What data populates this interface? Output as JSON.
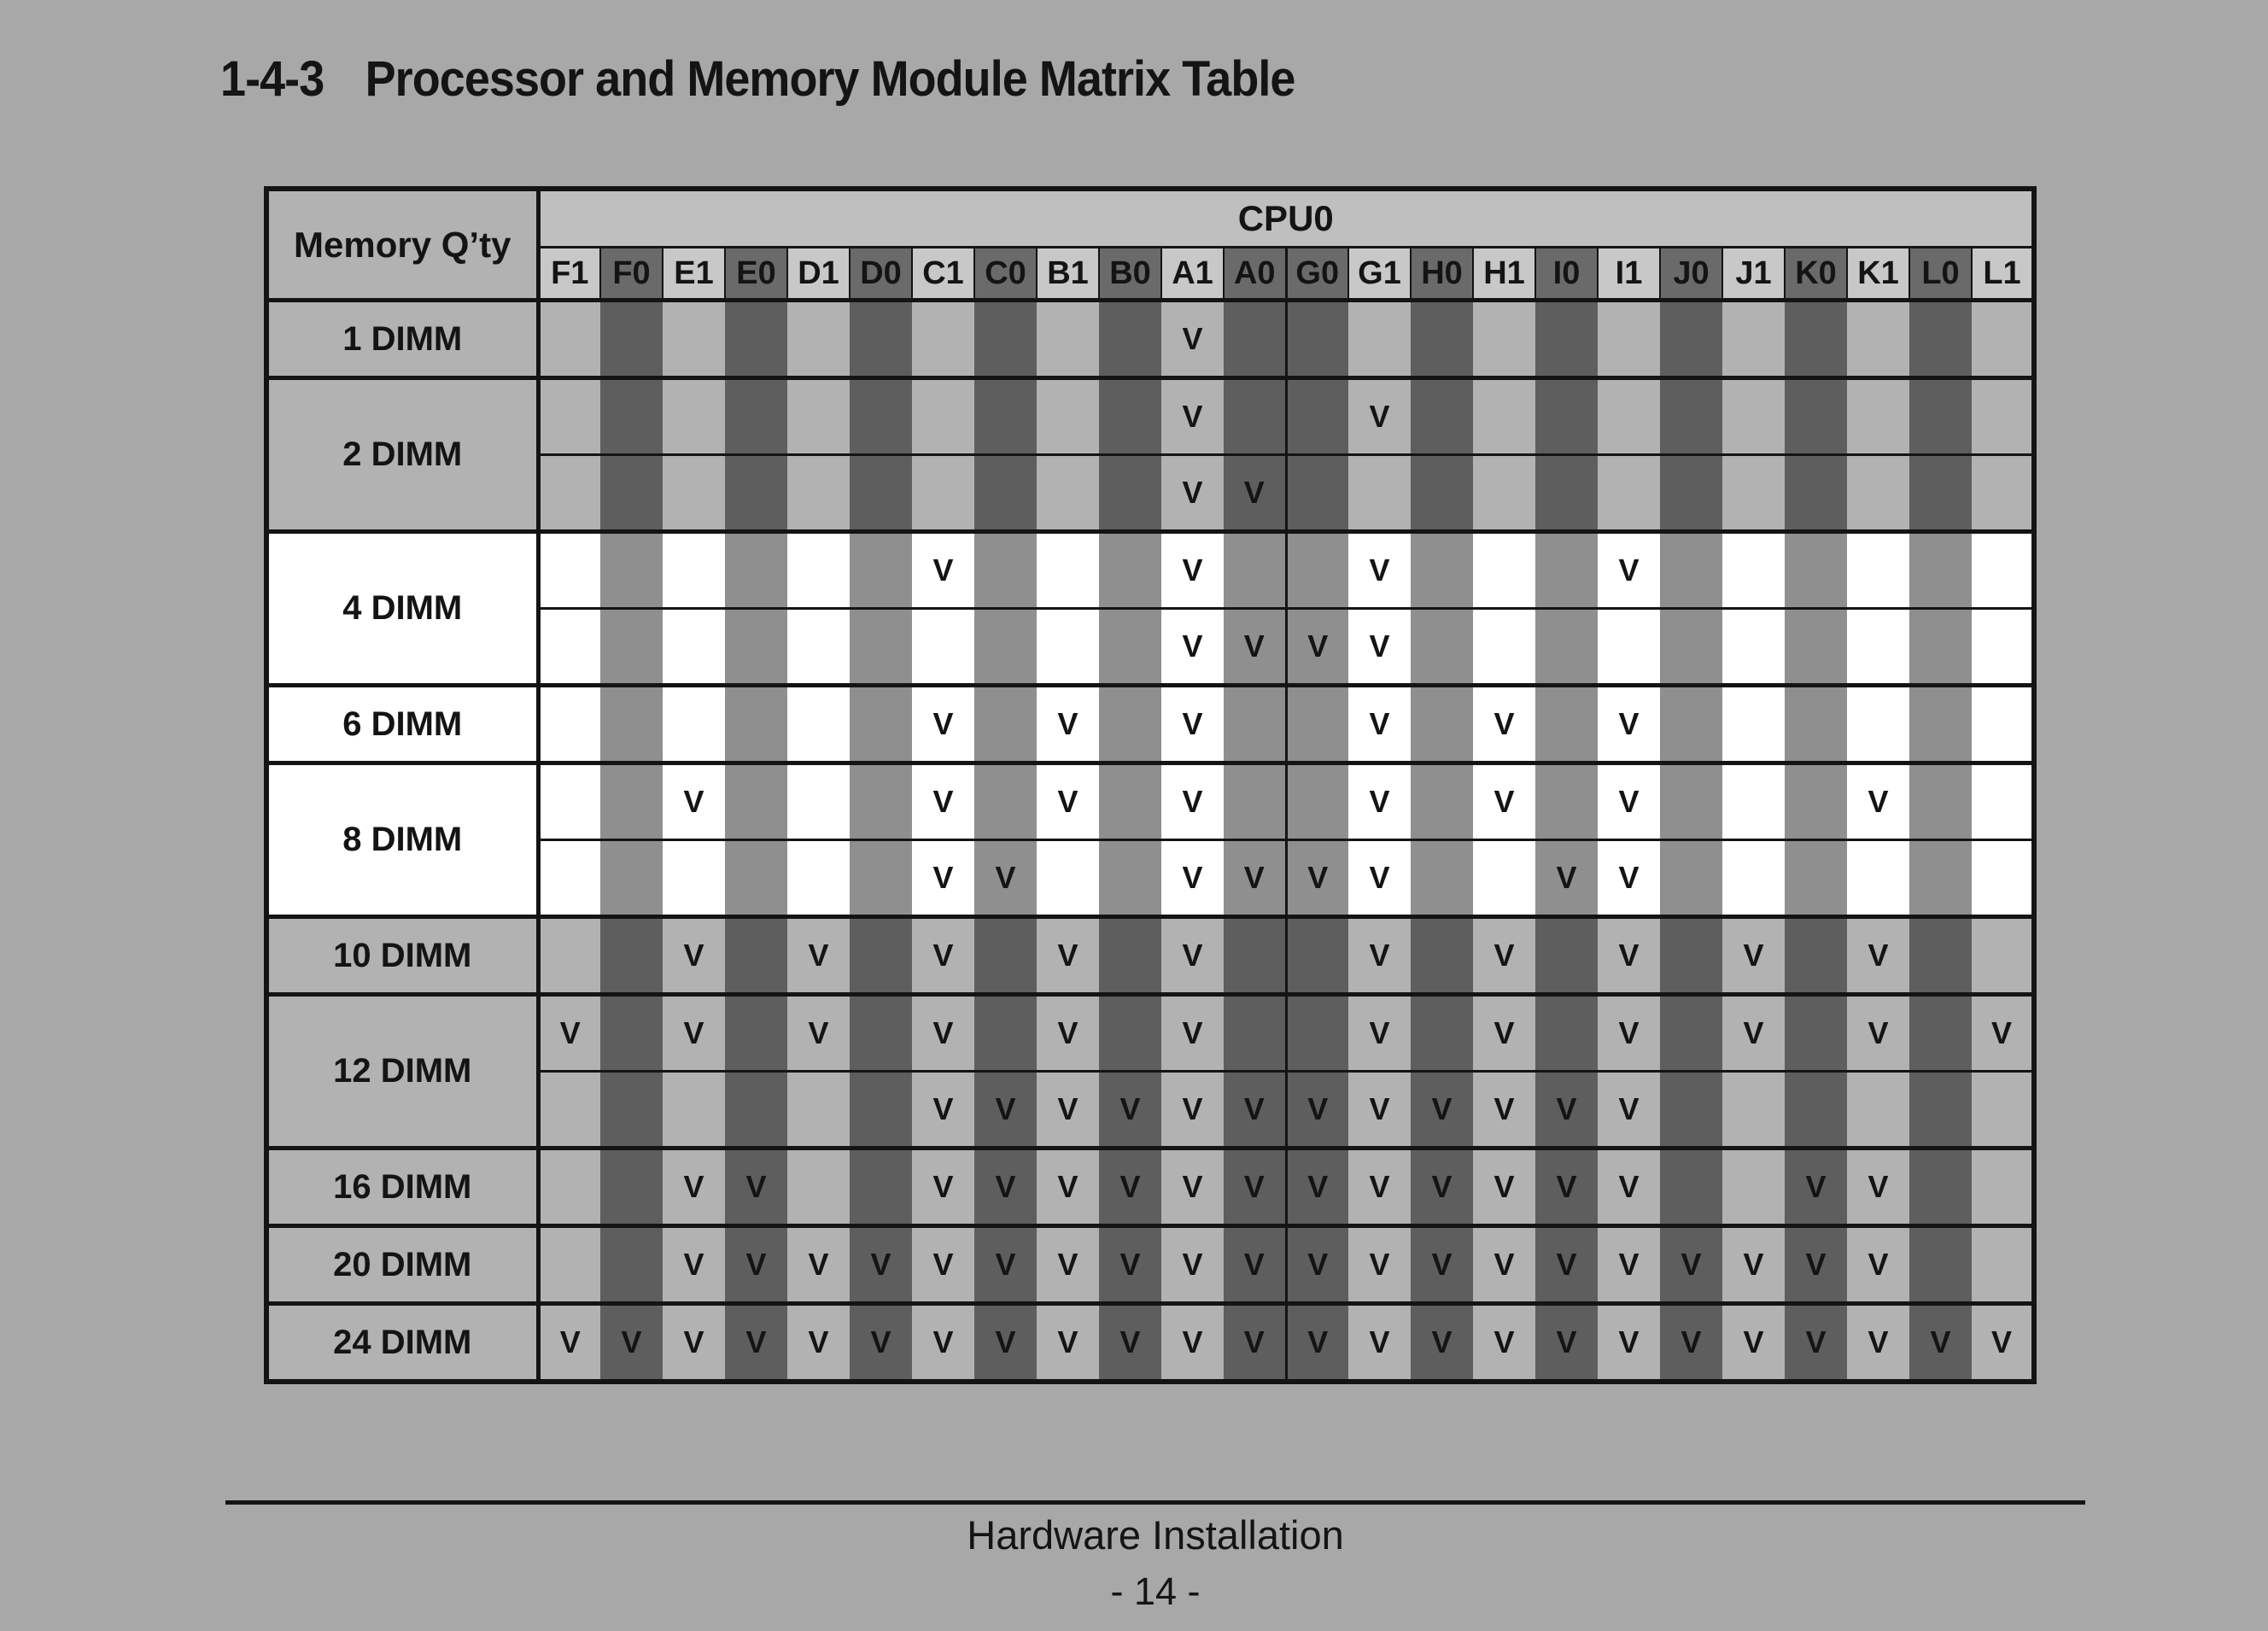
{
  "page": {
    "section_number": "1-4-3",
    "title": "Processor and Memory Module Matrix Table",
    "footer_text": "Hardware Installation",
    "footer_page_number": "- 14 -"
  },
  "table": {
    "corner_label": "Memory Q’ty",
    "cpu_header": "CPU0",
    "check_mark": "V",
    "colors": {
      "page-bg": "#a8a8a8",
      "ink": "#141414",
      "header-band": "#bfbfbf",
      "header-light": "#c8c8c8",
      "header-dark": "#6a6a6a",
      "gray-row-light": "#b2b2b2",
      "gray-row-dark": "#5e5e5e",
      "white-row-light": "#ffffff",
      "white-row-dark": "#8f8f8f"
    },
    "columns": [
      {
        "id": "F1",
        "dark": false
      },
      {
        "id": "F0",
        "dark": true
      },
      {
        "id": "E1",
        "dark": false
      },
      {
        "id": "E0",
        "dark": true
      },
      {
        "id": "D1",
        "dark": false
      },
      {
        "id": "D0",
        "dark": true
      },
      {
        "id": "C1",
        "dark": false
      },
      {
        "id": "C0",
        "dark": true
      },
      {
        "id": "B1",
        "dark": false
      },
      {
        "id": "B0",
        "dark": true
      },
      {
        "id": "A1",
        "dark": false
      },
      {
        "id": "A0",
        "dark": true
      },
      {
        "id": "G0",
        "dark": true
      },
      {
        "id": "G1",
        "dark": false
      },
      {
        "id": "H0",
        "dark": true
      },
      {
        "id": "H1",
        "dark": false
      },
      {
        "id": "I0",
        "dark": true
      },
      {
        "id": "I1",
        "dark": false
      },
      {
        "id": "J0",
        "dark": true
      },
      {
        "id": "J1",
        "dark": false
      },
      {
        "id": "K0",
        "dark": true
      },
      {
        "id": "K1",
        "dark": false
      },
      {
        "id": "L0",
        "dark": true
      },
      {
        "id": "L1",
        "dark": false
      }
    ],
    "mid_divider_before": "G0",
    "groups": [
      {
        "label": "1 DIMM",
        "tone": "gray",
        "rows": [
          [
            "A1"
          ]
        ]
      },
      {
        "label": "2 DIMM",
        "tone": "gray",
        "rows": [
          [
            "A1",
            "G1"
          ],
          [
            "A1",
            "A0"
          ]
        ]
      },
      {
        "label": "4 DIMM",
        "tone": "white",
        "rows": [
          [
            "C1",
            "A1",
            "G1",
            "I1"
          ],
          [
            "A1",
            "A0",
            "G0",
            "G1"
          ]
        ]
      },
      {
        "label": "6 DIMM",
        "tone": "white",
        "rows": [
          [
            "C1",
            "B1",
            "A1",
            "G1",
            "H1",
            "I1"
          ]
        ]
      },
      {
        "label": "8 DIMM",
        "tone": "white",
        "rows": [
          [
            "E1",
            "C1",
            "B1",
            "A1",
            "G1",
            "H1",
            "I1",
            "K1"
          ],
          [
            "C1",
            "C0",
            "A1",
            "A0",
            "G0",
            "G1",
            "I0",
            "I1"
          ]
        ]
      },
      {
        "label": "10 DIMM",
        "tone": "gray",
        "rows": [
          [
            "E1",
            "D1",
            "C1",
            "B1",
            "A1",
            "G1",
            "H1",
            "I1",
            "J1",
            "K1"
          ]
        ]
      },
      {
        "label": "12 DIMM",
        "tone": "gray",
        "rows": [
          [
            "F1",
            "E1",
            "D1",
            "C1",
            "B1",
            "A1",
            "G1",
            "H1",
            "I1",
            "J1",
            "K1",
            "L1"
          ],
          [
            "C1",
            "C0",
            "B1",
            "B0",
            "A1",
            "A0",
            "G0",
            "G1",
            "H0",
            "H1",
            "I0",
            "I1"
          ]
        ]
      },
      {
        "label": "16 DIMM",
        "tone": "gray",
        "rows": [
          [
            "E1",
            "E0",
            "C1",
            "C0",
            "B1",
            "B0",
            "A1",
            "A0",
            "G0",
            "G1",
            "H0",
            "H1",
            "I0",
            "I1",
            "K0",
            "K1"
          ]
        ]
      },
      {
        "label": "20 DIMM",
        "tone": "gray",
        "rows": [
          [
            "E1",
            "E0",
            "D1",
            "D0",
            "C1",
            "C0",
            "B1",
            "B0",
            "A1",
            "A0",
            "G0",
            "G1",
            "H0",
            "H1",
            "I0",
            "I1",
            "J0",
            "J1",
            "K0",
            "K1"
          ]
        ]
      },
      {
        "label": "24 DIMM",
        "tone": "gray",
        "rows": [
          [
            "F1",
            "F0",
            "E1",
            "E0",
            "D1",
            "D0",
            "C1",
            "C0",
            "B1",
            "B0",
            "A1",
            "A0",
            "G0",
            "G1",
            "H0",
            "H1",
            "I0",
            "I1",
            "J0",
            "J1",
            "K0",
            "K1",
            "L0",
            "L1"
          ]
        ]
      }
    ]
  }
}
